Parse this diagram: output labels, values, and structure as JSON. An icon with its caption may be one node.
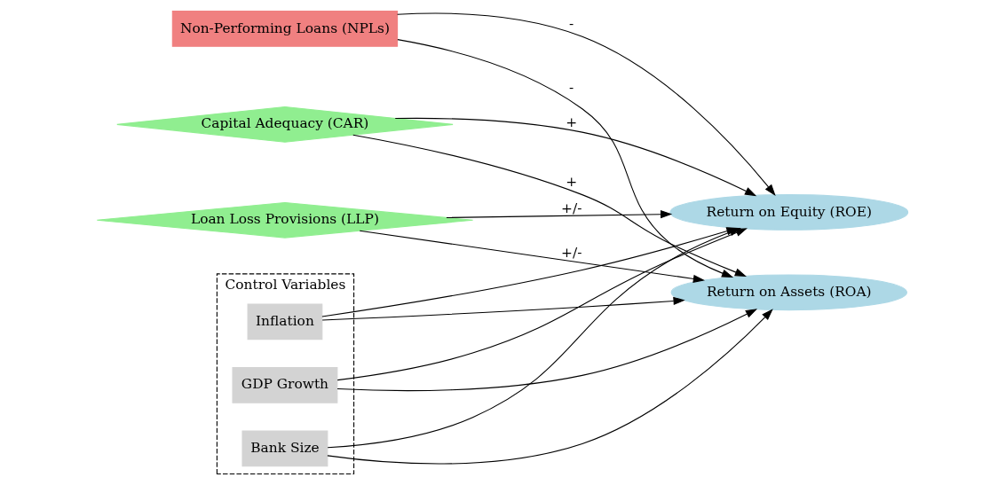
{
  "diagram": {
    "nodes": [
      {
        "text": [
          "Non-Performing Loans (NPLs)"
        ]
      },
      {
        "text": [
          "Capital Adequacy (CAR)"
        ]
      },
      {
        "text": [
          "Control Variables"
        ]
      },
      {
        "text": [
          "Bank Size"
        ],
        "in": 2
      },
      {
        "text": [
          "GDP Growth"
        ],
        "in": 2
      },
      {
        "text": [
          "Inflation"
        ],
        "in": 2
      },
      {
        "text": [
          "Loan Loss Provisions (LLP)"
        ]
      },
      {
        "text": [
          "Return on Equity (ROE)"
        ]
      },
      {
        "text": [
          "Return on Assets (ROA)"
        ]
      }
    ],
    "edges": [
      {
        "from": 0,
        "to": 7,
        "arrow": "to",
        "label": "-"
      },
      {
        "from": 0,
        "to": 8,
        "arrow": "to",
        "label": "-"
      },
      {
        "from": 1,
        "to": 7,
        "arrow": "to",
        "label": "+"
      },
      {
        "from": 1,
        "to": 8,
        "arrow": "to",
        "label": "+"
      },
      {
        "from": 6,
        "to": 7,
        "arrow": "to",
        "label": "+/-"
      },
      {
        "from": 6,
        "to": 8,
        "arrow": "to",
        "label": "+/-"
      },
      {
        "from": 3,
        "to": 7,
        "arrow": "to"
      },
      {
        "from": 3,
        "to": 8,
        "arrow": "to"
      },
      {
        "from": 4,
        "to": 7,
        "arrow": "to"
      },
      {
        "from": 4,
        "to": 8,
        "arrow": "to"
      },
      {
        "from": 5,
        "to": 7,
        "arrow": "to"
      },
      {
        "from": 5,
        "to": 8,
        "arrow": "to"
      }
    ]
  }
}
